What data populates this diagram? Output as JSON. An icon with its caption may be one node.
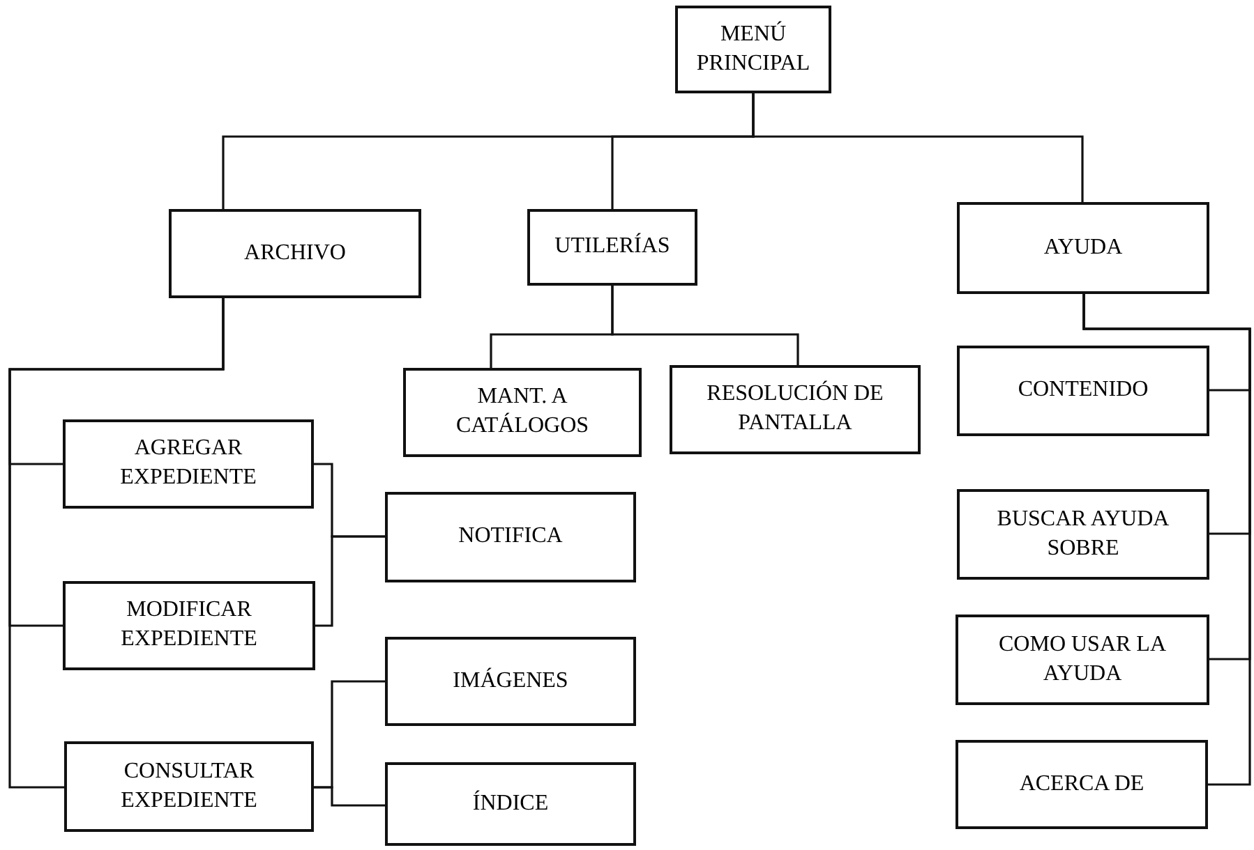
{
  "diagram": {
    "nodes": [
      {
        "text": [
          "MENÚ PRINCIPAL"
        ]
      },
      {
        "text": [
          "ARCHIVO"
        ]
      },
      {
        "text": [
          "UTILERÍAS"
        ]
      },
      {
        "text": [
          "AYUDA"
        ]
      },
      {
        "text": [
          "MANT. A CATÁLOGOS"
        ]
      },
      {
        "text": [
          "RESOLUCIÓN DE PANTALLA"
        ]
      },
      {
        "text": [
          "CONTENIDO"
        ]
      },
      {
        "text": [
          "AGREGAR EXPEDIENTE"
        ]
      },
      {
        "text": [
          "NOTIFICA"
        ]
      },
      {
        "text": [
          "BUSCAR AYUDA SOBRE"
        ]
      },
      {
        "text": [
          "MODIFICAR EXPEDIENTE"
        ]
      },
      {
        "text": [
          "IMÁGENES"
        ]
      },
      {
        "text": [
          "COMO USAR LA AYUDA"
        ]
      },
      {
        "text": [
          "CONSULTAR EXPEDIENTE"
        ]
      },
      {
        "text": [
          "ÍNDICE"
        ]
      },
      {
        "text": [
          "ACERCA DE"
        ]
      }
    ],
    "edges": [
      {
        "from": 0,
        "to": 1,
        "arrow": "none"
      },
      {
        "from": 0,
        "to": 2,
        "arrow": "none"
      },
      {
        "from": 0,
        "to": 3,
        "arrow": "none"
      },
      {
        "from": 1,
        "to": 7,
        "arrow": "none"
      },
      {
        "from": 1,
        "to": 10,
        "arrow": "none"
      },
      {
        "from": 1,
        "to": 13,
        "arrow": "none"
      },
      {
        "from": 2,
        "to": 4,
        "arrow": "none"
      },
      {
        "from": 2,
        "to": 5,
        "arrow": "none"
      },
      {
        "from": 3,
        "to": 6,
        "arrow": "none"
      },
      {
        "from": 3,
        "to": 9,
        "arrow": "none"
      },
      {
        "from": 3,
        "to": 12,
        "arrow": "none"
      },
      {
        "from": 3,
        "to": 15,
        "arrow": "none"
      },
      {
        "from": 7,
        "to": 8,
        "arrow": "none"
      },
      {
        "from": 10,
        "to": 8,
        "arrow": "none"
      },
      {
        "from": 13,
        "to": 11,
        "arrow": "none"
      },
      {
        "from": 13,
        "to": 14,
        "arrow": "none"
      }
    ]
  }
}
